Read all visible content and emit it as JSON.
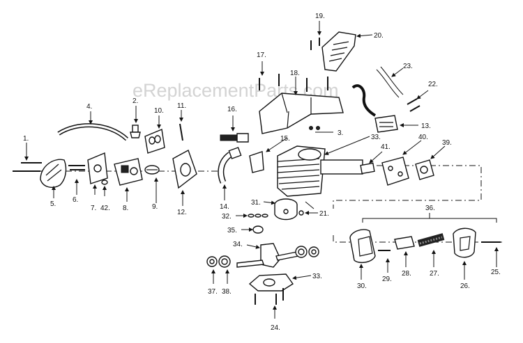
{
  "watermark": "eReplacementParts.com",
  "labels": {
    "p1": "1.",
    "p2": "2.",
    "p3": "3.",
    "p4": "4.",
    "p5": "5.",
    "p6": "6.",
    "p7": "7.",
    "p8": "8.",
    "p9": "9.",
    "p10": "10.",
    "p11": "11.",
    "p12": "12.",
    "p13": "13.",
    "p14": "14.",
    "p15": "15.",
    "p16": "16.",
    "p17": "17.",
    "p18": "18.",
    "p19": "19.",
    "p20": "20.",
    "p21": "21.",
    "p22": "22.",
    "p23": "23.",
    "p24": "24.",
    "p25": "25.",
    "p26": "26.",
    "p27": "27.",
    "p28": "28.",
    "p29": "29.",
    "p30": "30.",
    "p31": "31.",
    "p32": "32.",
    "p33a": "33.",
    "p33b": "33.",
    "p34": "34.",
    "p35": "35.",
    "p36": "36.",
    "p37": "37.",
    "p38": "38.",
    "p39": "39.",
    "p40": "40.",
    "p41": "41.",
    "p42": "42."
  }
}
